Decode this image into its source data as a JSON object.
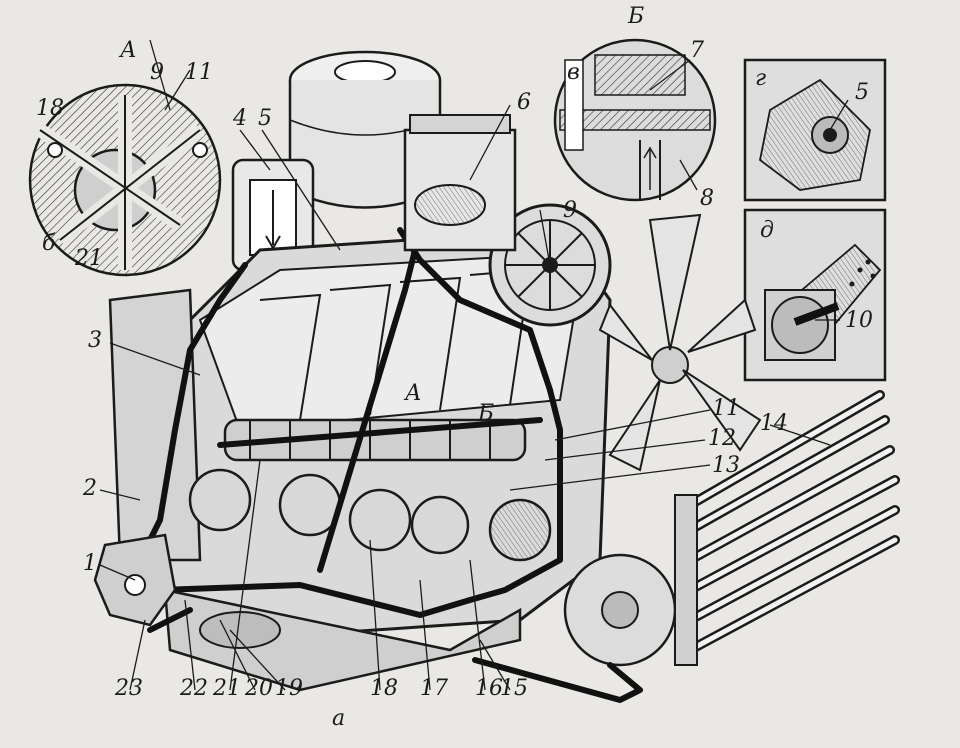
{
  "figure": {
    "main_view_label": "а",
    "insets": [
      {
        "key": "A",
        "letter": "А"
      },
      {
        "key": "B",
        "letter": "Б"
      },
      {
        "key": "v",
        "letter": "в"
      },
      {
        "key": "g",
        "letter": "г"
      },
      {
        "key": "d",
        "letter": "д"
      },
      {
        "key": "b",
        "letter": "б"
      }
    ],
    "section_marks": [
      {
        "key": "A",
        "letter": "А"
      },
      {
        "key": "B",
        "letter": "Б"
      }
    ],
    "callouts": [
      "1",
      "2",
      "3",
      "4",
      "5",
      "6",
      "7",
      "8",
      "9",
      "10",
      "11",
      "12",
      "13",
      "14",
      "15",
      "16",
      "17",
      "18",
      "19",
      "20",
      "21",
      "22",
      "23"
    ],
    "inset_A_callouts": [
      "18",
      "9",
      "11",
      "21"
    ],
    "inset_g_callouts": [
      "5"
    ],
    "inset_d_callouts": [
      "10"
    ],
    "inset_v_callouts": [
      "7",
      "8"
    ]
  },
  "colors": {
    "ink": "#1b1b1b",
    "paper": "#e9e8e4",
    "oil_channel": "#111111"
  }
}
